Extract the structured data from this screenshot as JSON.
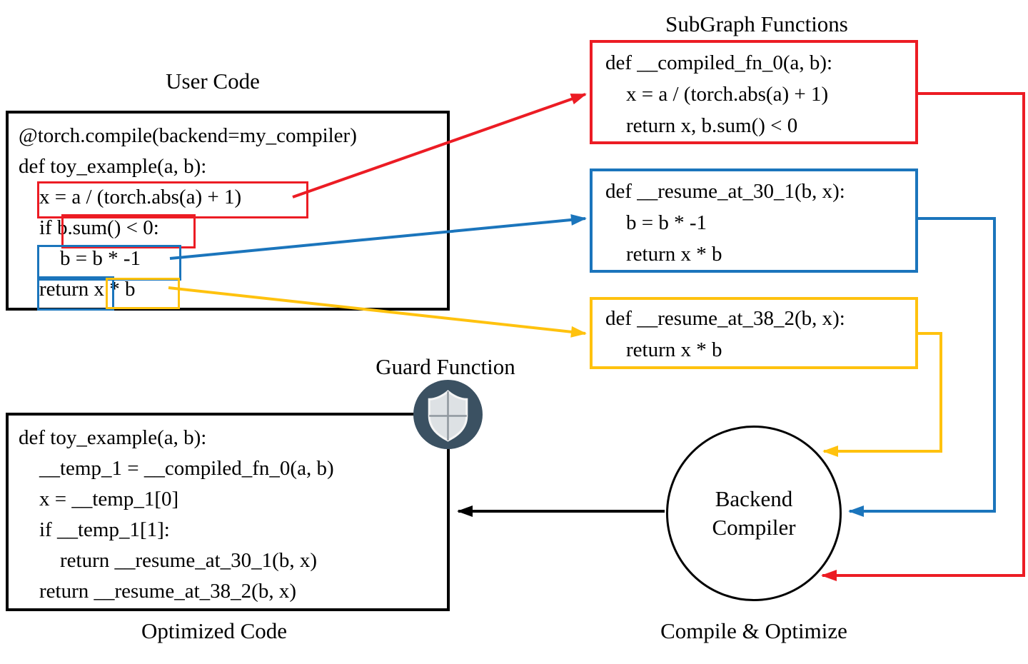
{
  "labels": {
    "subgraph_functions": "SubGraph Functions",
    "user_code": "User Code",
    "guard_function": "Guard Function",
    "optimized_code": "Optimized Code",
    "compile_optimize": "Compile & Optimize",
    "backend_compiler": [
      "Backend",
      "Compiler"
    ]
  },
  "user_code": [
    "@torch.compile(backend=my_compiler)",
    "def toy_example(a, b):",
    "    x = a / (torch.abs(a) + 1)",
    "    if b.sum() < 0:",
    "        b = b * -1",
    "    return x * b"
  ],
  "subgraph_red": [
    "def __compiled_fn_0(a, b):",
    "    x = a / (torch.abs(a) + 1)",
    "    return x, b.sum() < 0"
  ],
  "subgraph_blue": [
    "def __resume_at_30_1(b, x):",
    "    b = b * -1",
    "    return x * b"
  ],
  "subgraph_yellow": [
    "def __resume_at_38_2(b, x):",
    "    return x * b"
  ],
  "optimized_code": [
    "def toy_example(a, b):",
    "    __temp_1 = __compiled_fn_0(a, b)",
    "    x = __temp_1[0]",
    "    if __temp_1[1]:",
    "        return __resume_at_30_1(b, x)",
    "    return __resume_at_38_2(b, x)"
  ],
  "colors": {
    "red": "#ec1c24",
    "blue": "#1b75bc",
    "yellow": "#ffc20e",
    "black": "#000000",
    "shield_background": "#3b5162",
    "shield_face": "#dde1e4"
  }
}
